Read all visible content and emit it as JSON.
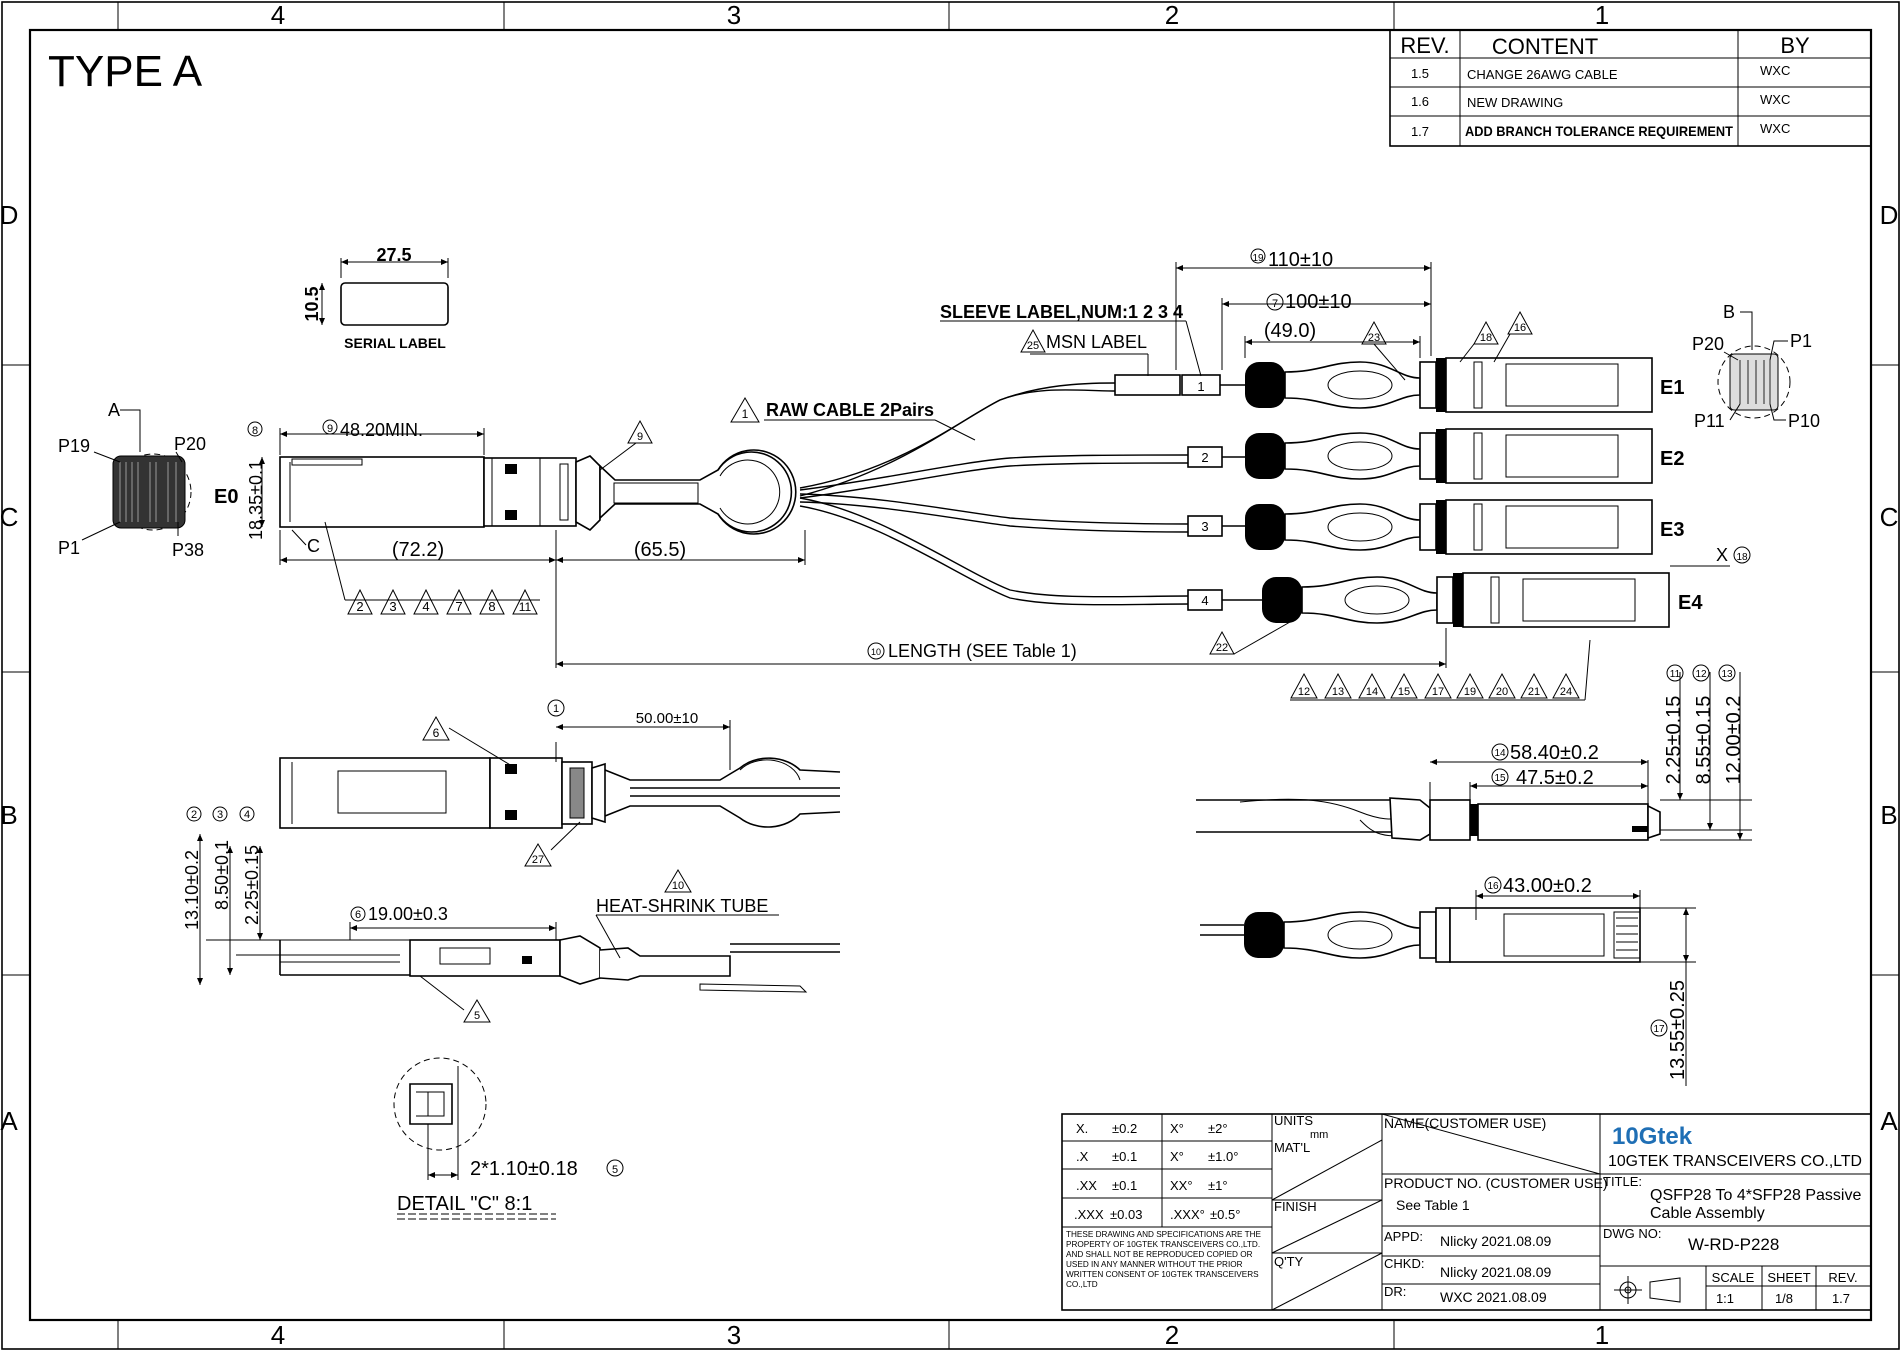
{
  "drawing": {
    "title": "TYPE A",
    "zones": {
      "cols": [
        "4",
        "3",
        "2",
        "1"
      ],
      "rows": [
        "D",
        "C",
        "B",
        "A"
      ]
    },
    "serial_label": {
      "width": "27.5",
      "height": "10.5",
      "caption": "SERIAL LABEL"
    },
    "notes": {
      "sleeve_label": "SLEEVE LABEL,NUM:1 2 3 4",
      "msn_label": "MSN LABEL",
      "msn_num": "25",
      "raw_cable": "RAW CABLE 2Pairs",
      "raw_cable_num": "1",
      "length": "LENGTH (SEE Table 1)",
      "length_num": "10",
      "heat_shrink": "HEAT-SHRINK TUBE",
      "heat_shrink_num": "10",
      "detail": "DETAIL  \"C\"  8:1",
      "detail_dim": "2*1.10±0.18"
    },
    "dims": {
      "d110": "110±10",
      "d100": "100±10",
      "d49": "(49.0)",
      "d48": "48.20MIN.",
      "d72": "(72.2)",
      "d65": "(65.5)",
      "d1835": "18.35±0.1",
      "d50": "50.00±10",
      "d1310": "13.10±0.2",
      "d850": "8.50±0.1",
      "d225": "2.25±0.15",
      "d19": "19.00±0.3",
      "d5840": "58.40±0.2",
      "d475": "47.5±0.2",
      "d225b": "2.25±0.15",
      "d855": "8.55±0.15",
      "d1200": "12.00±0.2",
      "d43": "43.00±0.2",
      "d1355": "13.55±0.25",
      "x18": "X"
    },
    "ends": {
      "e0": "E0",
      "e1": "E1",
      "e2": "E2",
      "e3": "E3",
      "e4": "E4"
    },
    "sleeves": [
      "1",
      "2",
      "3",
      "4"
    ],
    "pins_left": {
      "a": "A",
      "p19": "P19",
      "p20": "P20",
      "p1": "P1",
      "p38": "P38",
      "c": "C"
    },
    "pins_right": {
      "b": "B",
      "p20": "P20",
      "p1": "P1",
      "p11": "P11",
      "p10": "P10"
    },
    "triangles_e0": [
      "2",
      "3",
      "4",
      "7",
      "8",
      "11"
    ],
    "triangles_e": [
      "12",
      "13",
      "14",
      "15",
      "17",
      "19",
      "20",
      "21",
      "24"
    ],
    "tri_misc": {
      "t9": "9",
      "t23": "23",
      "t18": "18",
      "t16": "16",
      "t22": "22",
      "t6": "6",
      "t27": "27",
      "t5": "5"
    }
  },
  "revisions": {
    "headers": {
      "rev": "REV.",
      "content": "CONTENT",
      "by": "BY"
    },
    "rows": [
      {
        "rev": "1.5",
        "content": "CHANGE 26AWG CABLE",
        "by": "WXC"
      },
      {
        "rev": "1.6",
        "content": "NEW DRAWING",
        "by": "WXC"
      },
      {
        "rev": "1.7",
        "content": "ADD BRANCH TOLERANCE REQUIREMENT",
        "by": "WXC"
      }
    ]
  },
  "title_block": {
    "tolerances": [
      {
        "a": "X.",
        "b": "±0.2",
        "c": "X°",
        "d": "±2°"
      },
      {
        "a": ".X",
        "b": "±0.1",
        "c": "X°",
        "d": "±1.0°"
      },
      {
        "a": ".XX",
        "b": "±0.1",
        "c": "XX°",
        "d": "±1°"
      },
      {
        "a": ".XXX",
        "b": "±0.03",
        "c": ".XXX°",
        "d": "±0.5°"
      }
    ],
    "units_label": "UNITS",
    "units_value": "mm",
    "matl_label": "MAT'L",
    "finish_label": "FINISH",
    "qty_label": "Q'TY",
    "disclaimer": "THESE DRAWING AND SPECIFICATIONS ARE THE PROPERTY OF 10GTEK TRANSCEIVERS CO.,LTD. AND SHALL NOT BE REPRODUCED COPIED OR USED IN ANY MANNER WITHOUT THE PRIOR WRITTEN CONSENT OF 10GTEK TRANSCEIVERS CO.,LTD",
    "name_label": "NAME(CUSTOMER USE)",
    "product_no_label": "PRODUCT NO. (CUSTOMER USE)",
    "product_no_value": "See Table 1",
    "appd_label": "APPD:",
    "appd_value": "Nlicky 2021.08.09",
    "chkd_label": "CHKD:",
    "chkd_value": "Nlicky 2021.08.09",
    "dr_label": "DR:",
    "dr_value": "WXC  2021.08.09",
    "logo": "10Gtek",
    "company": "10GTEK TRANSCEIVERS CO.,LTD",
    "title_label": "TITLE:",
    "title_line1": "QSFP28 To 4*SFP28 Passive",
    "title_line2": "Cable Assembly",
    "dwg_label": "DWG NO:",
    "dwg_value": "W-RD-P228",
    "scale_label": "SCALE",
    "scale_value": "1:1",
    "sheet_label": "SHEET",
    "sheet_value": "1/8",
    "rev_label": "REV.",
    "rev_value": "1.7"
  }
}
